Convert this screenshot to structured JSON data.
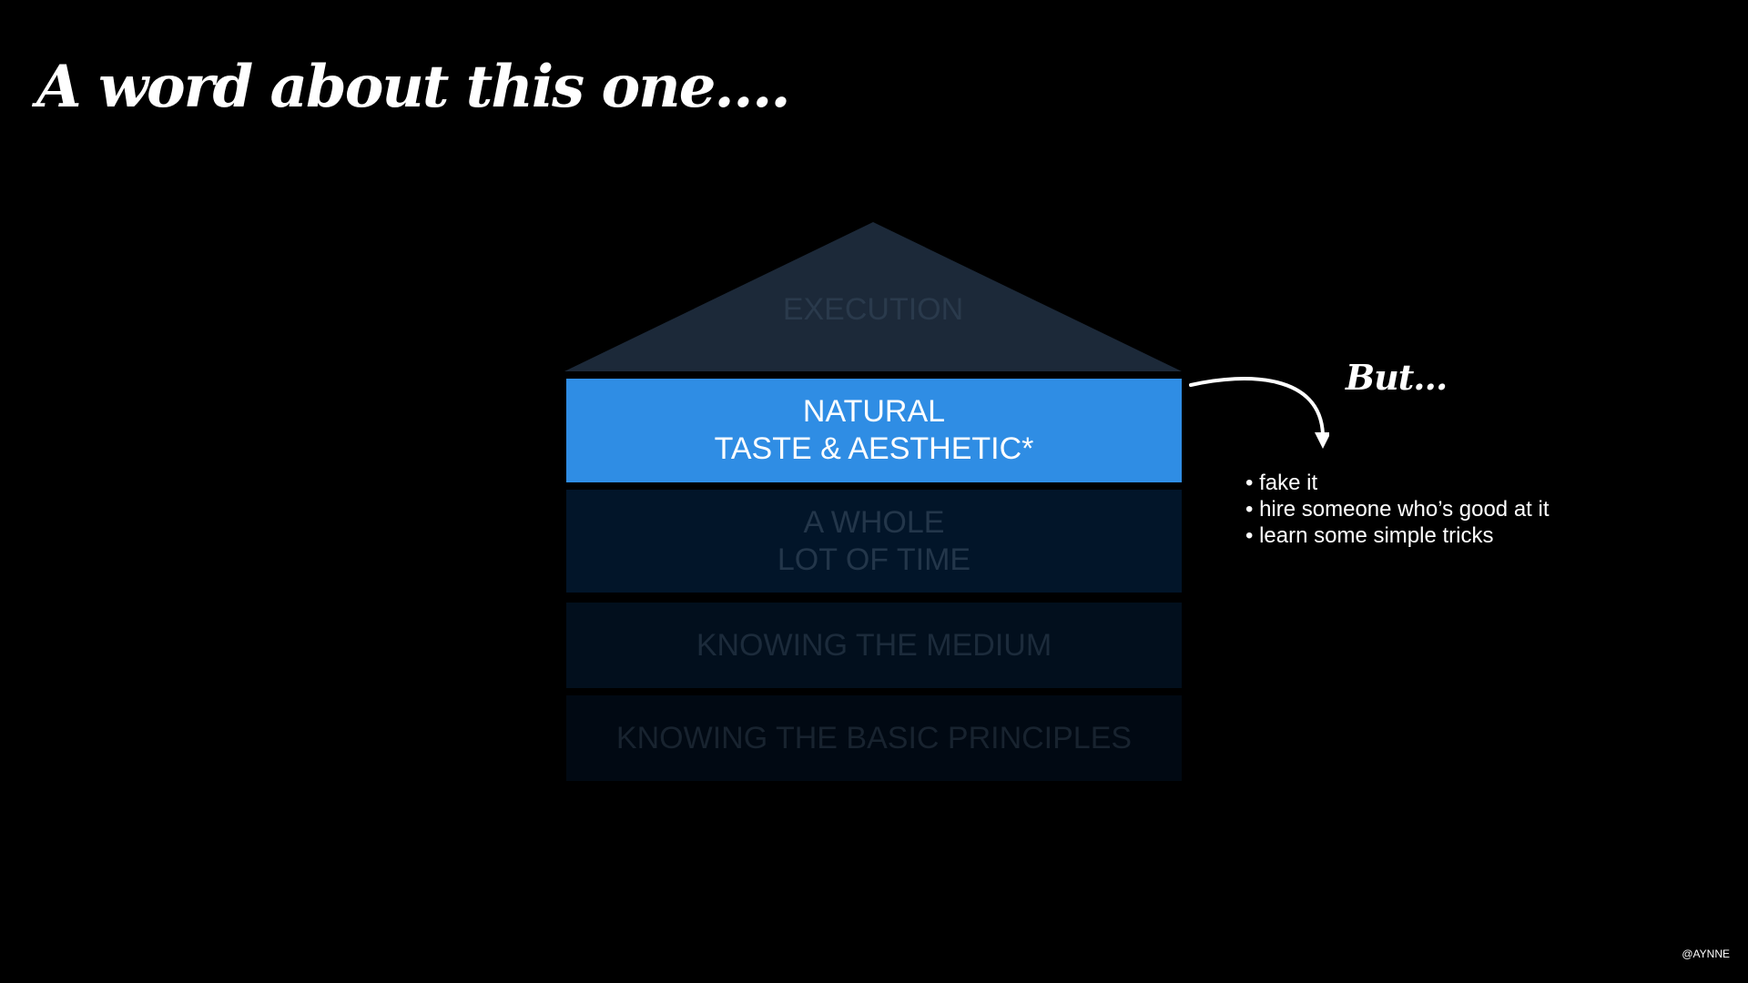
{
  "slide": {
    "title": "A word about this one….",
    "credit": "@AYNNE"
  },
  "diagram": {
    "roof_label": "EXECUTION",
    "tiers": [
      {
        "label": "NATURAL\nTASTE & AESTHETIC*"
      },
      {
        "label": "A WHOLE\nLOT OF  TIME"
      },
      {
        "label": "KNOWING THE MEDIUM"
      },
      {
        "label": "KNOWING THE BASIC PRINCIPLES"
      }
    ]
  },
  "aside": {
    "heading": "But…",
    "bullets": [
      "fake it",
      "hire someone who’s good at it",
      "learn some simple tricks"
    ]
  },
  "colors": {
    "background": "#000000",
    "highlight_tier": "#2f8de4",
    "roof": "#1c2939"
  }
}
